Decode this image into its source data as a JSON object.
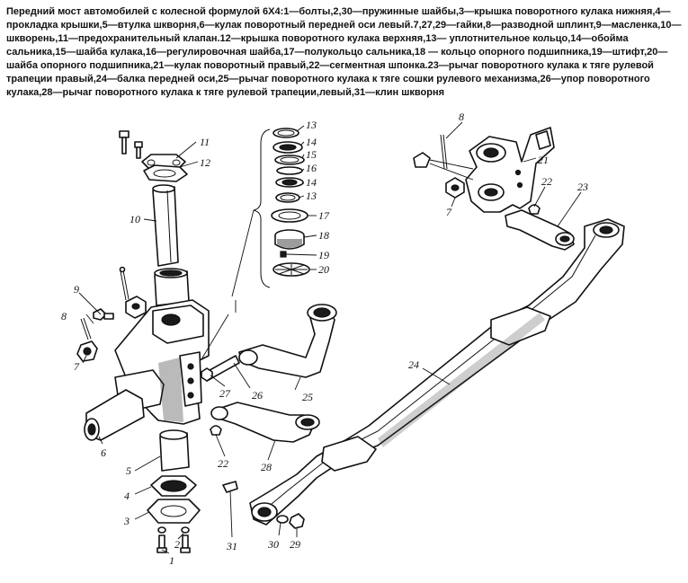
{
  "caption": "Передний мост автомобилей с колесной формулой 6Х4:1—болты,2,30—пружинные шайбы,3—крышка поворотного кулака нижняя,4—прокладка крышки,5—втулка шкворня,6—кулак поворотный передней оси левый.7,27,29—гайки,8—разводной шплинт,9—масленка,10—шкворень,11—предохранительный клапан.12—крышка поворотного кулака верхняя,13— уплотнительное кольцо,14—обойма сальника,15—шайба кулака,16—регулировочная шайба,17—полукольцо сальника,18 — кольцо опорного подшипника,19—штифт,20—шайба опорного подшипника,21—кулак поворотный правый,22—сегментная шпонка.23—рычаг поворотного кулака к тяге рулевой трапеции правый,24—балка передней оси,25—рычаг поворотного кулака к тяге сошки рулевого механизма,26—упор поворотного кулака,28—рычаг поворотного кулака к тяге рулевой трапеции,левый,31—клин шкворня",
  "labels": {
    "l1": "1",
    "l2": "2",
    "l3": "3",
    "l4": "4",
    "l5": "5",
    "l6": "6",
    "l7a": "7",
    "l7b": "7",
    "l8a": "8",
    "l8b": "8",
    "l9": "9",
    "l10": "10",
    "l11": "11",
    "l12": "12",
    "l13a": "13",
    "l13b": "13",
    "l14a": "14",
    "l14b": "14",
    "l15": "15",
    "l16": "16",
    "l17": "17",
    "l18": "18",
    "l19": "19",
    "l20": "20",
    "l21": "21",
    "l22a": "22",
    "l22b": "22",
    "l23": "23",
    "l24": "24",
    "l25": "25",
    "l26": "26",
    "l27": "27",
    "l28": "28",
    "l29": "29",
    "l30": "30",
    "l31": "31"
  }
}
